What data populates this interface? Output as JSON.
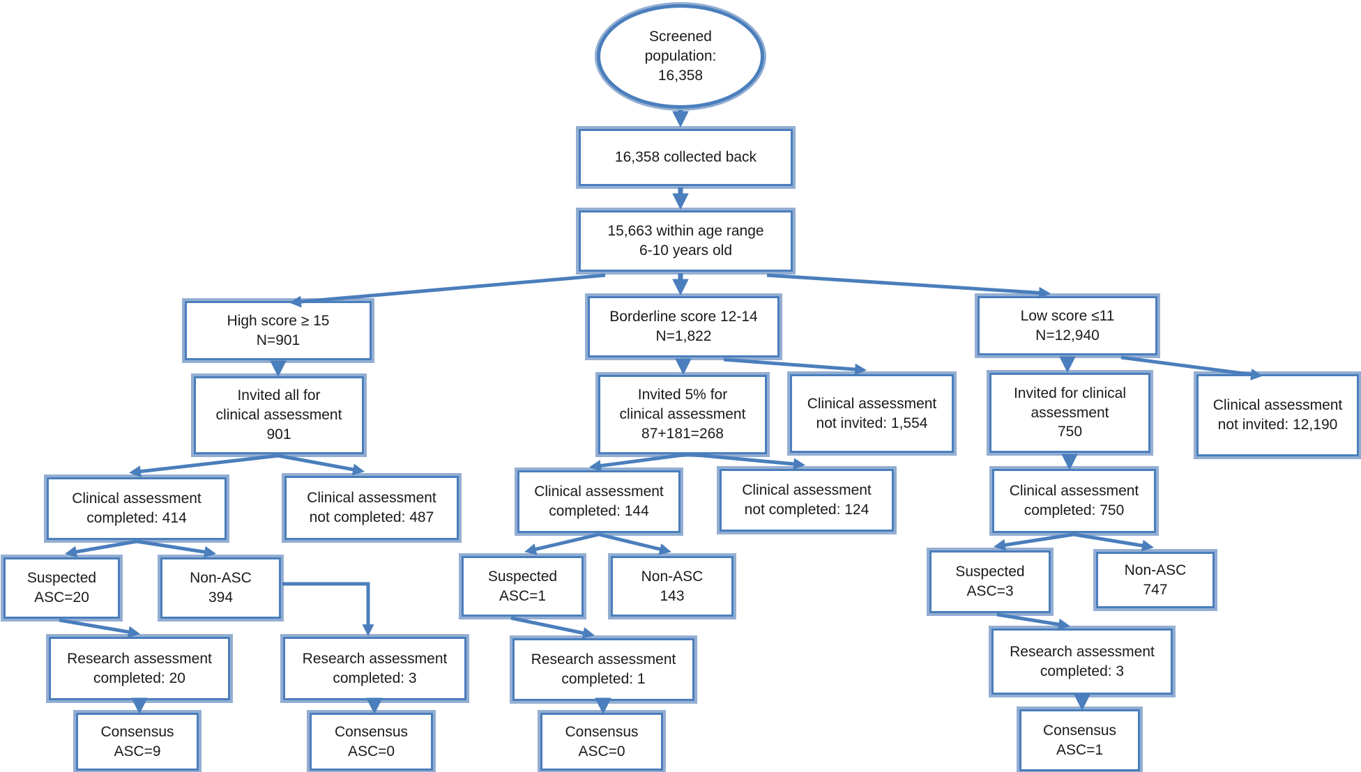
{
  "diagram": {
    "colors": {
      "accent": "#4a7ebc",
      "halo": "#93aed2",
      "text": "#1a1a1a"
    },
    "nodes": {
      "screened": {
        "label": "Screened\npopulation:\n16,358"
      },
      "collected": {
        "label": "16,358 collected back"
      },
      "age_range": {
        "label": "15,663 within age range\n6-10 years old"
      },
      "high_score": {
        "label": "High score ≥ 15\nN=901"
      },
      "borderline": {
        "label": "Borderline score 12-14\nN=1,822"
      },
      "low_score": {
        "label": "Low score ≤11\nN=12,940"
      },
      "invited_all": {
        "label": "Invited all for\nclinical assessment\n901"
      },
      "invited_5pct": {
        "label": "Invited 5% for\nclinical assessment\n87+181=268"
      },
      "not_invited_1554": {
        "label": "Clinical assessment\nnot invited: 1,554"
      },
      "invited_750": {
        "label": "Invited for clinical\nassessment\n750"
      },
      "not_invited_12190": {
        "label": "Clinical assessment\nnot invited: 12,190"
      },
      "completed_414": {
        "label": "Clinical assessment\ncompleted: 414"
      },
      "not_completed_487": {
        "label": "Clinical assessment\nnot completed: 487"
      },
      "completed_144": {
        "label": "Clinical assessment\ncompleted: 144"
      },
      "not_completed_124": {
        "label": "Clinical assessment\nnot completed: 124"
      },
      "completed_750": {
        "label": "Clinical assessment\ncompleted: 750"
      },
      "suspected_20": {
        "label": "Suspected\nASC=20"
      },
      "non_asc_394": {
        "label": "Non-ASC\n394"
      },
      "suspected_1": {
        "label": "Suspected\nASC=1"
      },
      "non_asc_143": {
        "label": "Non-ASC\n143"
      },
      "suspected_3": {
        "label": "Suspected\nASC=3"
      },
      "non_asc_747": {
        "label": "Non-ASC\n747"
      },
      "research_20": {
        "label": "Research assessment\ncompleted: 20"
      },
      "research_3_left": {
        "label": "Research assessment\ncompleted: 3"
      },
      "research_1": {
        "label": "Research assessment\ncompleted: 1"
      },
      "research_3_right": {
        "label": "Research assessment\ncompleted: 3"
      },
      "consensus_9": {
        "label": "Consensus\nASC=9"
      },
      "consensus_0_left": {
        "label": "Consensus\nASC=0"
      },
      "consensus_0_mid": {
        "label": "Consensus\nASC=0"
      },
      "consensus_1": {
        "label": "Consensus\nASC=1"
      }
    }
  }
}
